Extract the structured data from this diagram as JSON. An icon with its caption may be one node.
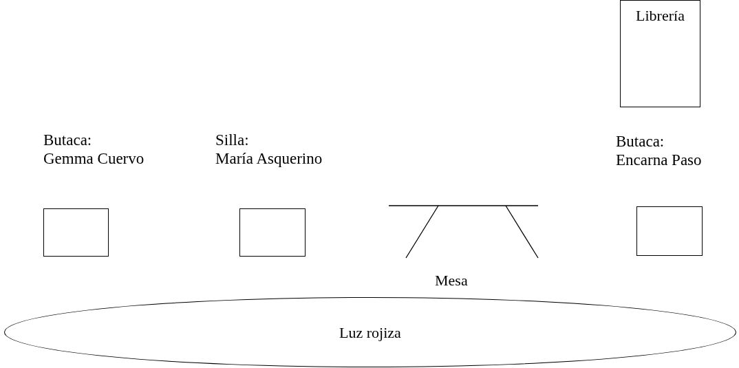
{
  "diagram": {
    "nodes": [
      {
        "text": [
          "Librería"
        ]
      },
      {
        "text": [
          "Butaca: Gemma Cuervo"
        ]
      },
      {
        "text": [
          "Silla: María Asquerino"
        ]
      },
      {
        "text": [
          "Butaca: Encarna Paso"
        ]
      },
      {
        "text": [
          "Luz rojiza"
        ]
      }
    ],
    "labels": [
      "Mesa"
    ]
  }
}
